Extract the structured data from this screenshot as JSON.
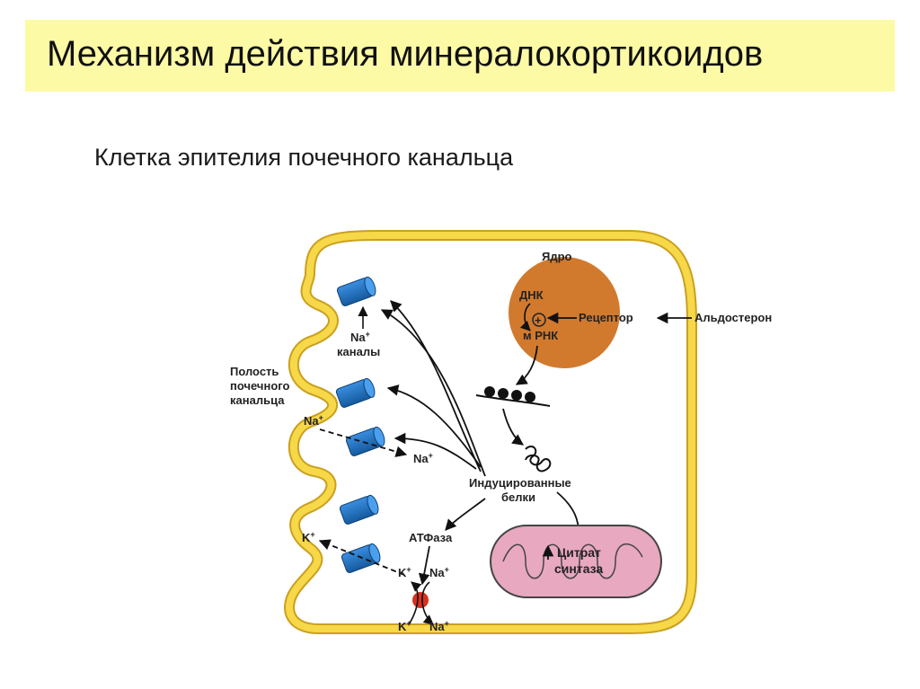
{
  "slide": {
    "title": "Механизм действия минералокортикоидов",
    "subtitle": "Клетка эпителия почечного канальца"
  },
  "diagram": {
    "nucleus_label": "Ядро",
    "dna_label": "ДНК",
    "plus_sign": "+",
    "mrna_label": "м РНК",
    "receptor_label": "Рецептор",
    "aldosterone_label": "Альдостерон",
    "na_channels_label_line1": "Na",
    "na_channels_label_line1_sup": "+",
    "na_channels_label_line2": "каналы",
    "lumen_label_line1": "Полость",
    "lumen_label_line2": "почечного",
    "lumen_label_line3": "канальца",
    "na_in_outside": "Na",
    "na_in_outside_sup": "+",
    "na_in_inside": "Na",
    "na_in_inside_sup": "+",
    "induced_proteins_line1": "Индуцированные",
    "induced_proteins_line2": "белки",
    "atpase_label": "АТФаза",
    "k_out_lumen": "K",
    "k_out_lumen_sup": "+",
    "k_pump_in": "K",
    "k_pump_in_sup": "+",
    "na_pump_in": "Na",
    "na_pump_in_sup": "+",
    "k_pump_out": "K",
    "k_pump_out_sup": "+",
    "na_pump_out": "Na",
    "na_pump_out_sup": "+",
    "citrate_line1": "Цитрат",
    "citrate_line2": "синтаза",
    "colors": {
      "membrane": "#f5c935",
      "membrane_edge": "#caa020",
      "nucleus": "#d17a2e",
      "channel": "#1f6fc0",
      "mitochondrion": "#e8a8c0",
      "pump": "#d8301c",
      "title_bg": "#fdfaa6"
    }
  }
}
